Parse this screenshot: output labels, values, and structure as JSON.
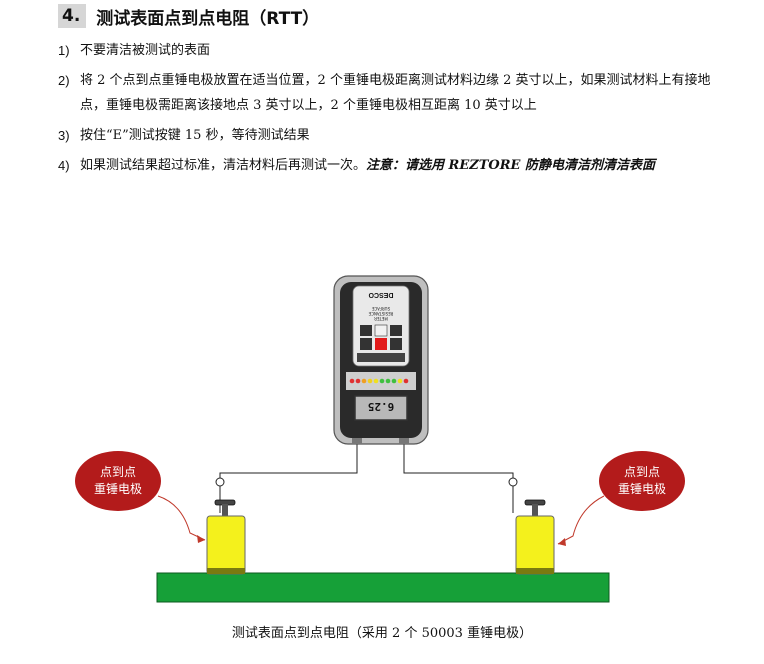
{
  "section": {
    "number": "4.",
    "title": "测试表面点到点电阻（RTT）"
  },
  "steps": [
    {
      "number": "1)",
      "text": "不要清洁被测试的表面",
      "note": ""
    },
    {
      "number": "2)",
      "text": "将 2 个点到点重锤电极放置在适当位置，2 个重锤电极距离测试材料边缘 2 英寸以上，如果测试材料上有接地点，重锤电极需距离该接地点 3 英寸以上，2 个重锤电极相互距离 10 英寸以上",
      "note": ""
    },
    {
      "number": "3)",
      "text": "按住“E”测试按键 15 秒，等待测试结果",
      "note": ""
    },
    {
      "number": "4)",
      "text": "如果测试结果超过标准，清洁材料后再测试一次。",
      "note": "注意：请选用 REZTORE 防静电清洁剂清洁表面"
    }
  ],
  "figure": {
    "left_label_line1": "点到点",
    "left_label_line2": "重锤电极",
    "right_label_line1": "点到点",
    "right_label_line2": "重锤电极",
    "meter_brand": "DESCO",
    "meter_model_line1": "SURFACE",
    "meter_model_line2": "RESISTANCE",
    "meter_model_line3": "METER",
    "meter_display": "6.25",
    "colors": {
      "callout": "#b31b1b",
      "electrode": "#f4f11c",
      "surface": "#16a038",
      "meter_body": "#2a2a2a",
      "meter_case": "#bfbfbf"
    }
  },
  "caption": "测试表面点到点电阻（采用 2 个 50003 重锤电极）"
}
